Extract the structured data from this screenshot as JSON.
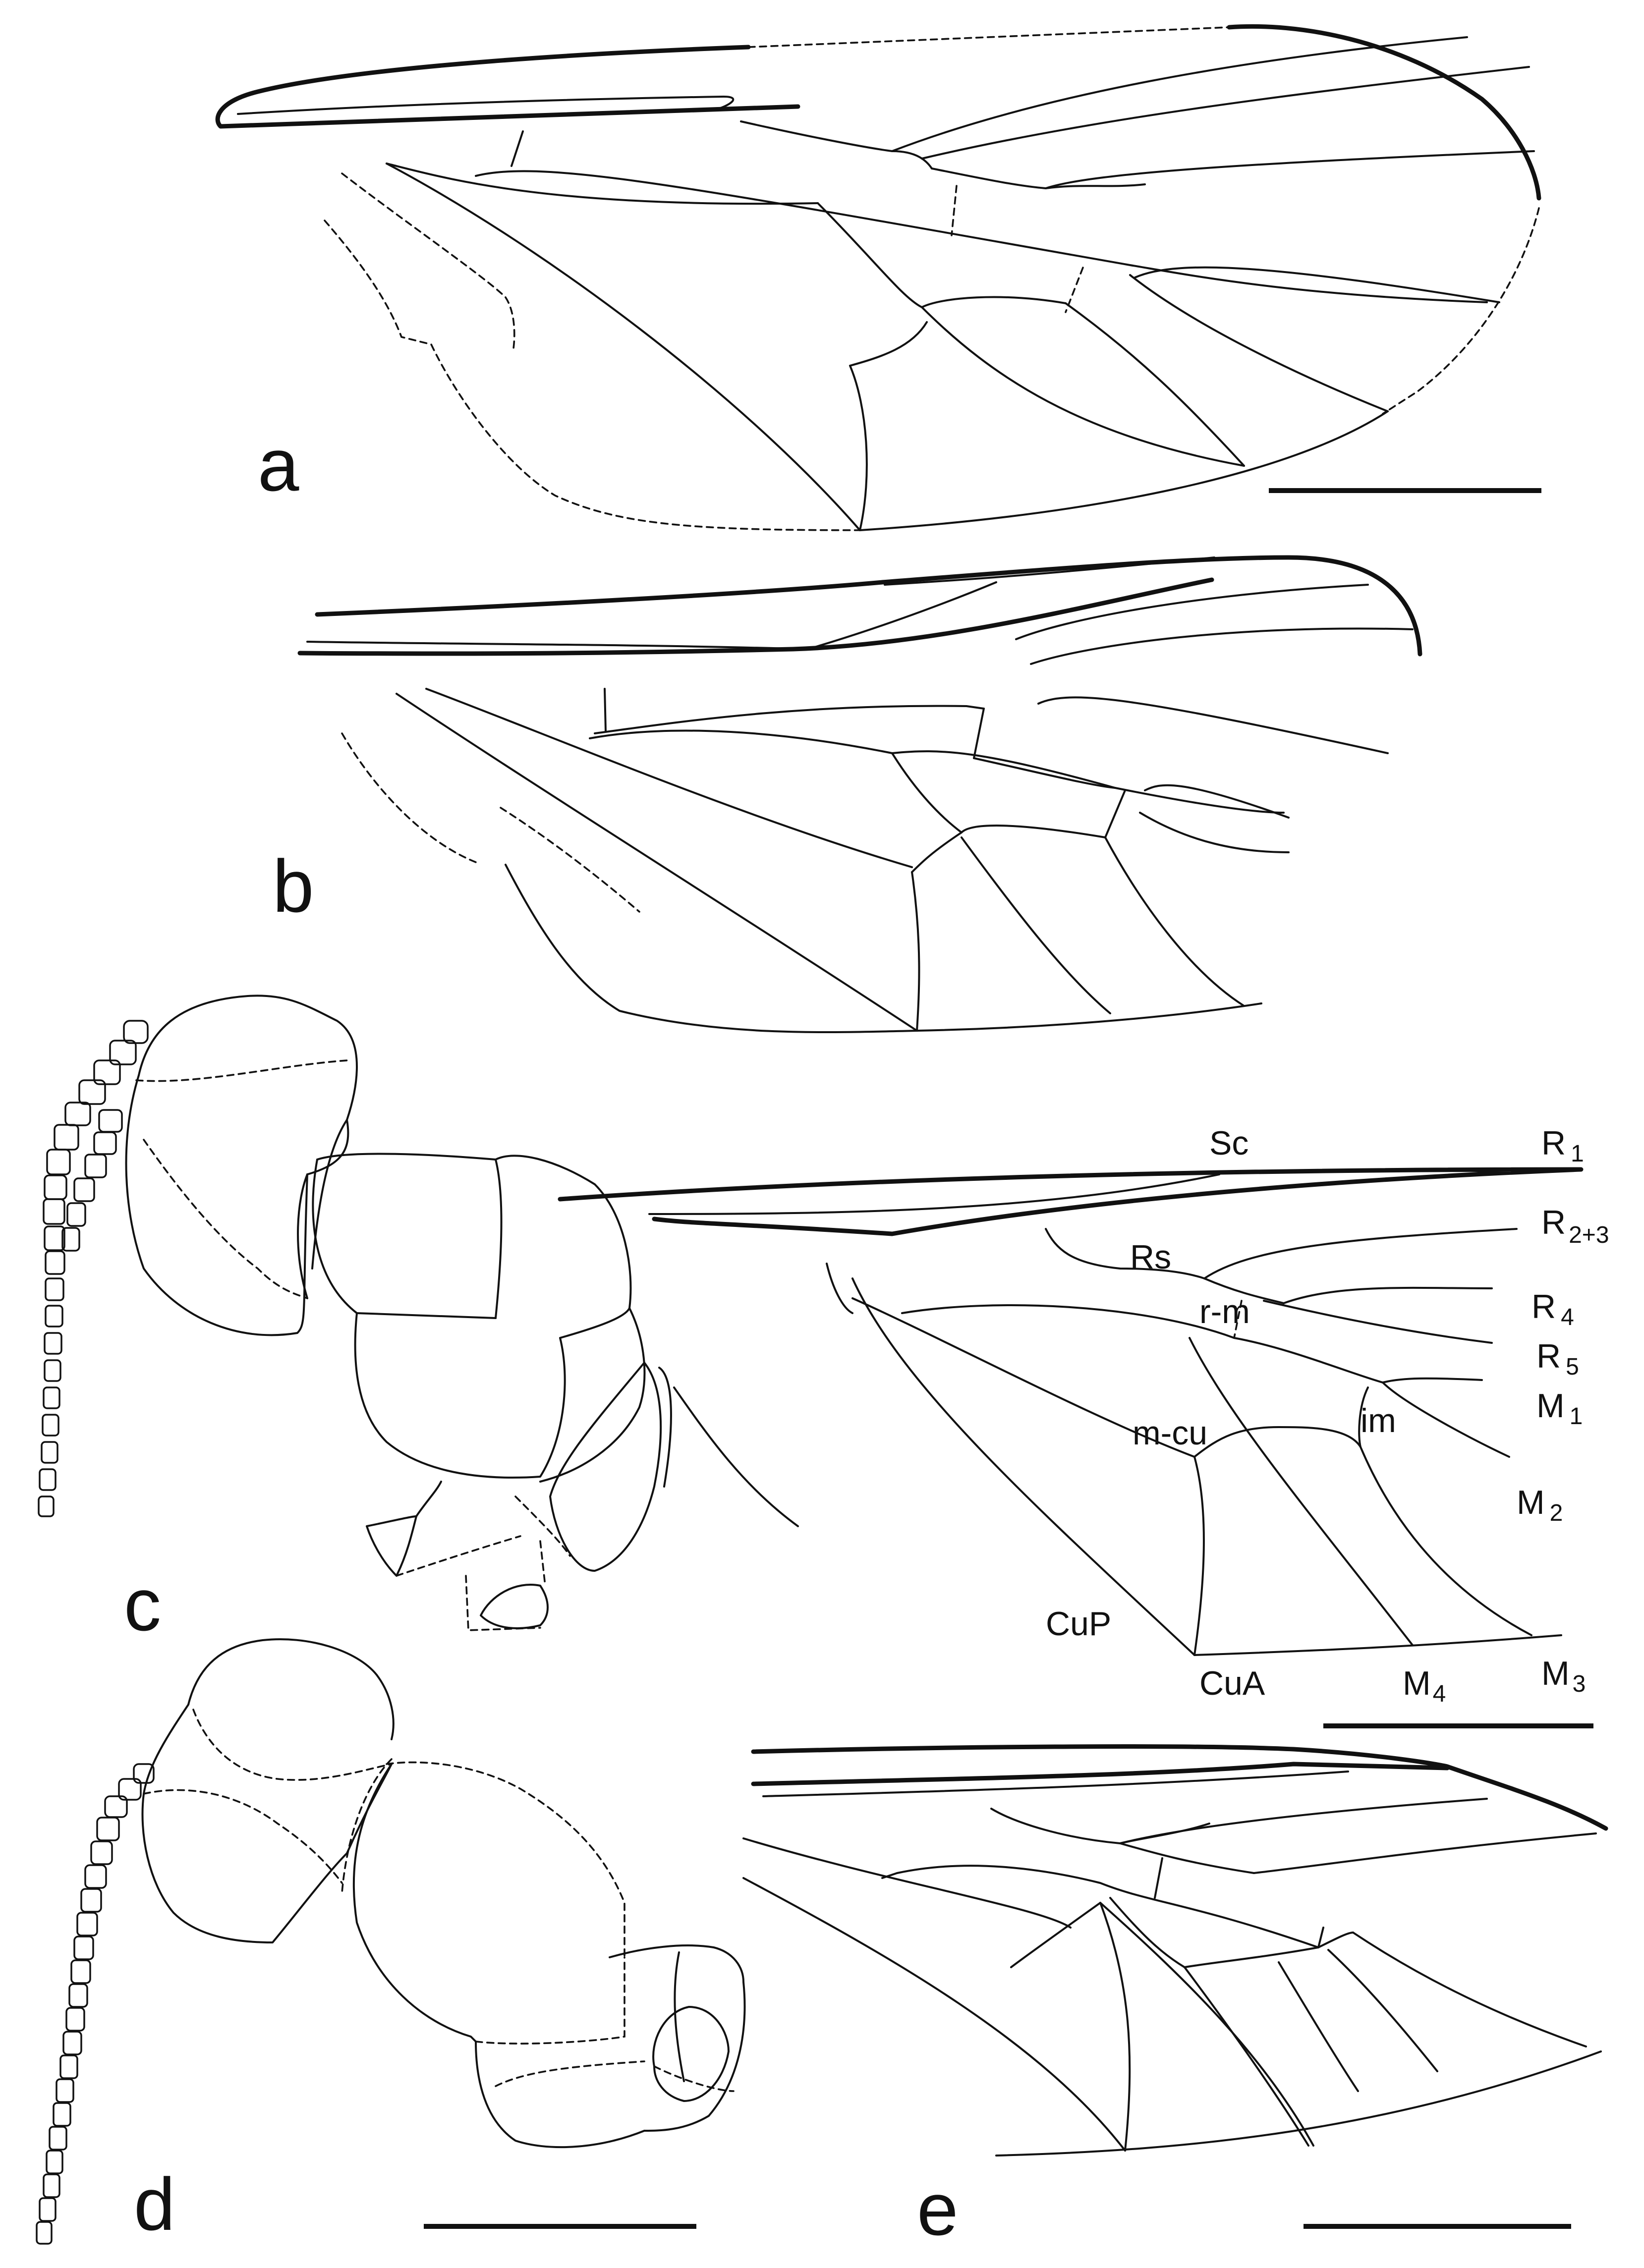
{
  "panels": [
    {
      "letter": "a"
    },
    {
      "letter": "b"
    },
    {
      "letter": "c"
    },
    {
      "letter": "d"
    },
    {
      "letter": "e"
    }
  ],
  "vein_labels": {
    "sc": "Sc",
    "r1": {
      "main": "R",
      "sub": "1"
    },
    "r23": {
      "main": "R",
      "sub": "2+3"
    },
    "rs": "Rs",
    "r4": {
      "main": "R",
      "sub": "4"
    },
    "r5": {
      "main": "R",
      "sub": "5"
    },
    "rm": "r-m",
    "m1": {
      "main": "M",
      "sub": "1"
    },
    "im": "im",
    "mcu": "m-cu",
    "m2": {
      "main": "M",
      "sub": "2"
    },
    "cup": "CuP",
    "cua": "CuA",
    "m4": {
      "main": "M",
      "sub": "4"
    },
    "m3": {
      "main": "M",
      "sub": "3"
    }
  }
}
